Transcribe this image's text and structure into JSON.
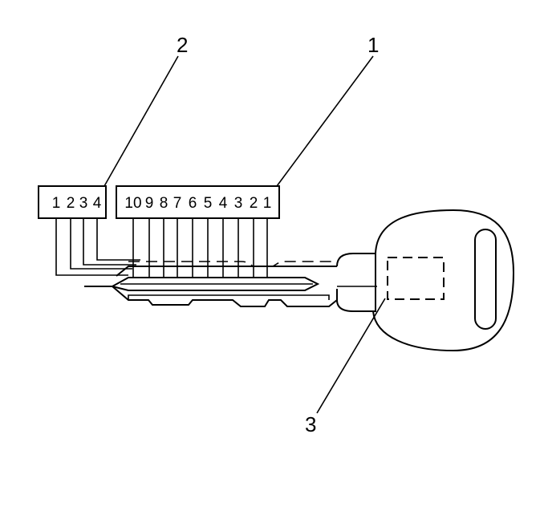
{
  "callouts": {
    "c1": "1",
    "c2": "2",
    "c3": "3"
  },
  "small_box_numbers": [
    "1",
    "2",
    "3",
    "4"
  ],
  "large_box_numbers": [
    "10",
    "9",
    "8",
    "7",
    "6",
    "5",
    "4",
    "3",
    "2",
    "1"
  ]
}
